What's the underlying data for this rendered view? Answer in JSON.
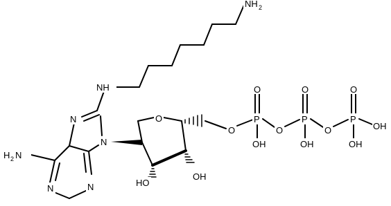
{
  "molecule": {
    "labels": {
      "nh2_top": "NH",
      "nh2_top_sub": "2",
      "nh_linker": "NH",
      "n7": "N",
      "n9": "N",
      "n1": "N",
      "n3": "N",
      "nh2_amine": "H",
      "nh2_amine_sub": "2",
      "nh2_amine_n": "N",
      "ring_o": "O",
      "o_5prime": "O",
      "o2_ho": "HO",
      "o3_oh": "OH",
      "p_alpha": "P",
      "p_beta": "P",
      "p_gamma": "P",
      "o_alpha_dbl": "O",
      "o_beta_dbl": "O",
      "o_gamma_dbl": "O",
      "o_bridge_ab": "O",
      "o_bridge_bg": "O",
      "oh_alpha": "OH",
      "oh_beta": "OH",
      "oh_gamma_side": "OH",
      "oh_gamma_bottom": "OH"
    }
  }
}
